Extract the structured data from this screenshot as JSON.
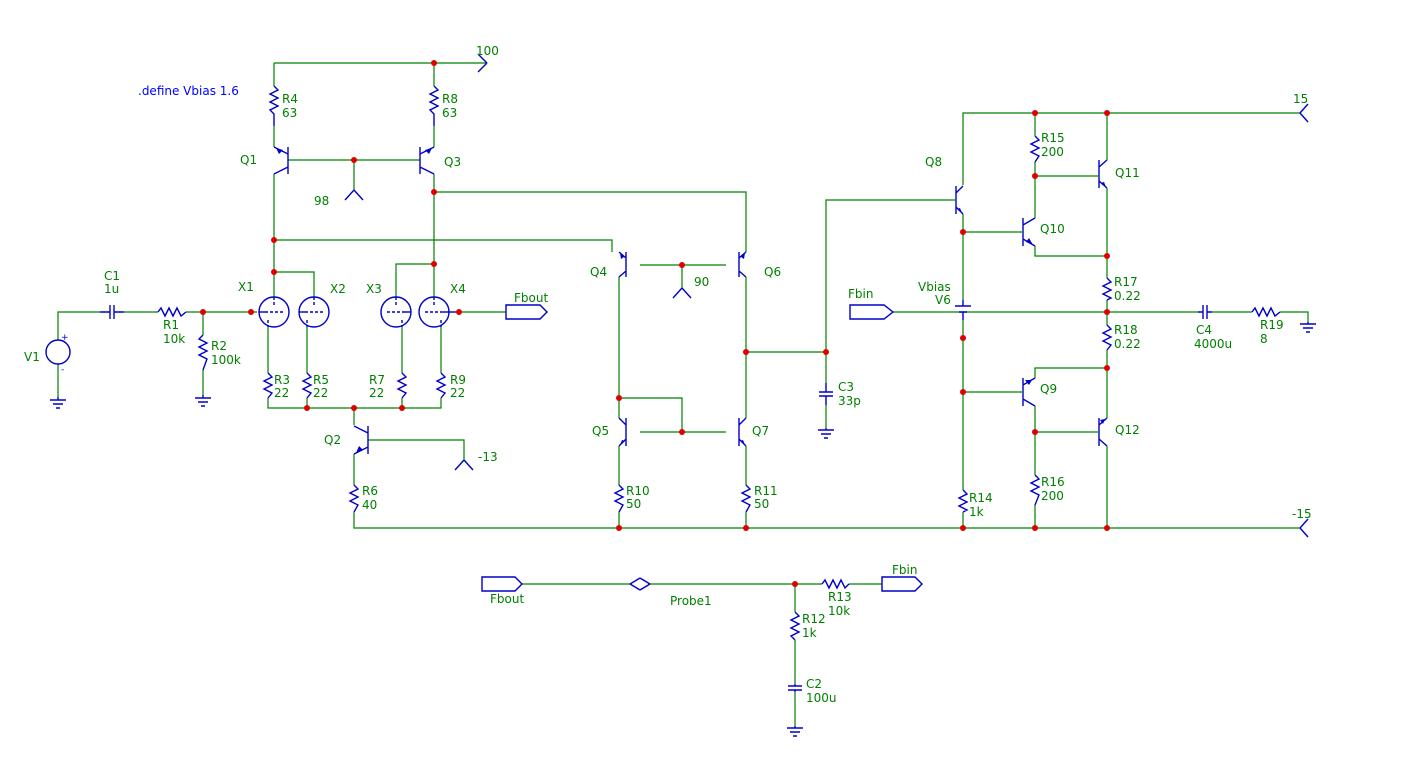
{
  "directive": ".define Vbias 1.6",
  "components": {
    "V1": {
      "ref": "V1"
    },
    "C1": {
      "ref": "C1",
      "value": "1u"
    },
    "R1": {
      "ref": "R1",
      "value": "10k"
    },
    "R2": {
      "ref": "R2",
      "value": "100k"
    },
    "R3": {
      "ref": "R3",
      "value": "22"
    },
    "R4": {
      "ref": "R4",
      "value": "63"
    },
    "R5": {
      "ref": "R5",
      "value": "22"
    },
    "R6": {
      "ref": "R6",
      "value": "40"
    },
    "R7": {
      "ref": "R7",
      "value": "22"
    },
    "R8": {
      "ref": "R8",
      "value": "63"
    },
    "R9": {
      "ref": "R9",
      "value": "22"
    },
    "R10": {
      "ref": "R10",
      "value": "50"
    },
    "R11": {
      "ref": "R11",
      "value": "50"
    },
    "R12": {
      "ref": "R12",
      "value": "1k"
    },
    "R13": {
      "ref": "R13",
      "value": "10k"
    },
    "R14": {
      "ref": "R14",
      "value": "1k"
    },
    "R15": {
      "ref": "R15",
      "value": "200"
    },
    "R16": {
      "ref": "R16",
      "value": "200"
    },
    "R17": {
      "ref": "R17",
      "value": "0.22"
    },
    "R18": {
      "ref": "R18",
      "value": "0.22"
    },
    "R19": {
      "ref": "R19",
      "value": "8"
    },
    "C2": {
      "ref": "C2",
      "value": "100u"
    },
    "C3": {
      "ref": "C3",
      "value": "33p"
    },
    "C4": {
      "ref": "C4",
      "value": "4000u"
    },
    "Q1": {
      "ref": "Q1"
    },
    "Q2": {
      "ref": "Q2"
    },
    "Q3": {
      "ref": "Q3"
    },
    "Q4": {
      "ref": "Q4"
    },
    "Q5": {
      "ref": "Q5"
    },
    "Q6": {
      "ref": "Q6"
    },
    "Q7": {
      "ref": "Q7"
    },
    "Q8": {
      "ref": "Q8"
    },
    "Q9": {
      "ref": "Q9"
    },
    "Q10": {
      "ref": "Q10"
    },
    "Q11": {
      "ref": "Q11"
    },
    "Q12": {
      "ref": "Q12"
    },
    "X1": {
      "ref": "X1"
    },
    "X2": {
      "ref": "X2"
    },
    "X3": {
      "ref": "X3"
    },
    "X4": {
      "ref": "X4"
    },
    "V6": {
      "ref": "V6",
      "value": "Vbias"
    },
    "Probe1": {
      "ref": "Probe1"
    }
  },
  "supplies": {
    "v100": "100",
    "v98": "98",
    "v90": "90",
    "vneg13": "-13",
    "v15": "15",
    "vneg15": "-15"
  },
  "netlabels": {
    "fbout_top": "Fbout",
    "fbin_mid": "Fbin",
    "fbout_bottom": "Fbout",
    "fbin_bottom": "Fbin"
  },
  "colors": {
    "wire": "#008000",
    "component": "#0000c8",
    "junction": "#e00000",
    "text": "#008000",
    "directive": "#0000ff"
  }
}
